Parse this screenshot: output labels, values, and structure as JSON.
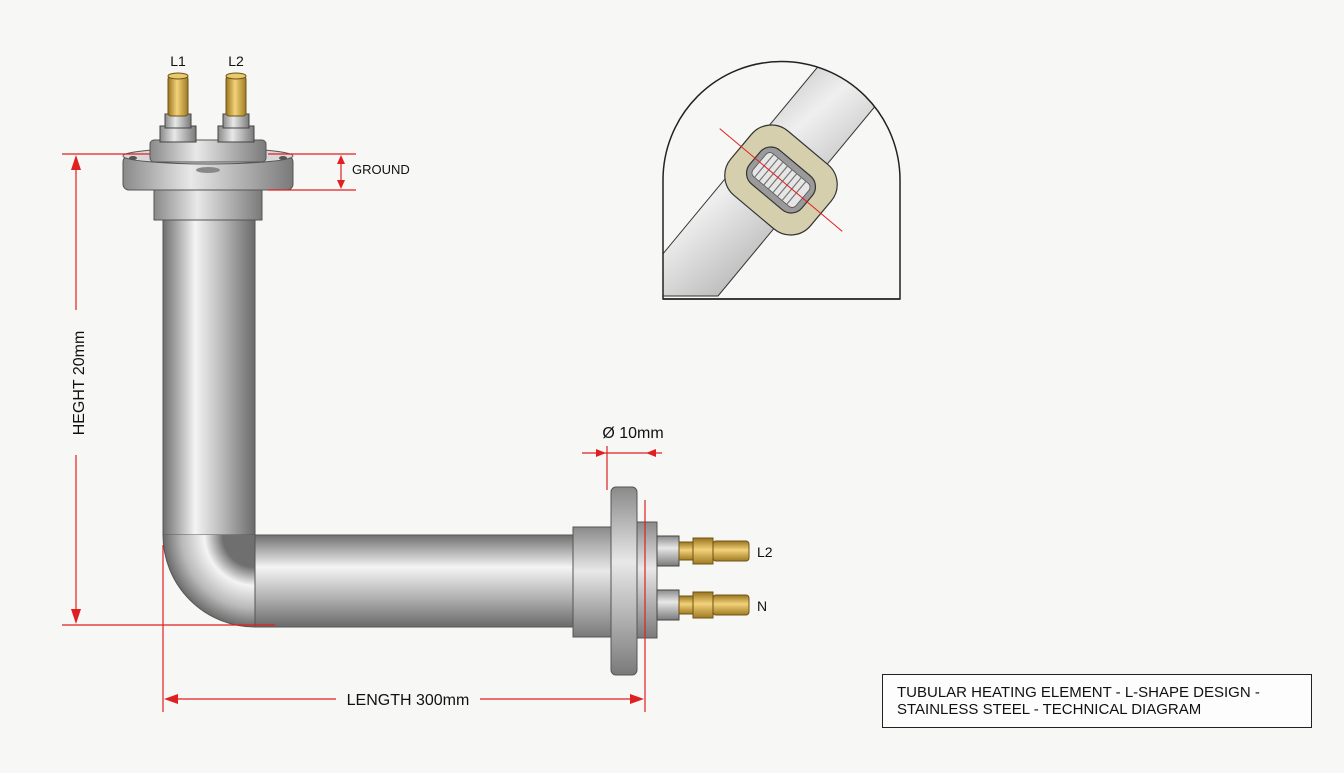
{
  "labels": {
    "top_l1": "L1",
    "top_l2": "L2",
    "ground": "GROUND",
    "height": "HEGHT 20mm",
    "diameter": "Ø 10mm",
    "right_l2": "L2",
    "right_n": "N",
    "length": "LENGTH 300mm"
  },
  "caption": {
    "line1": "TUBULAR HEATING ELEMENT - L-SHAPE DESIGN -",
    "line2": "STAINLESS STEEL - TECHNICAL DIAGRAM"
  },
  "colors": {
    "dimension": "#e02020",
    "steel_dark": "#7d7d7d",
    "steel_light": "#f2f2f2",
    "brass": "#c9a13b",
    "insulation": "#d6cfae"
  }
}
